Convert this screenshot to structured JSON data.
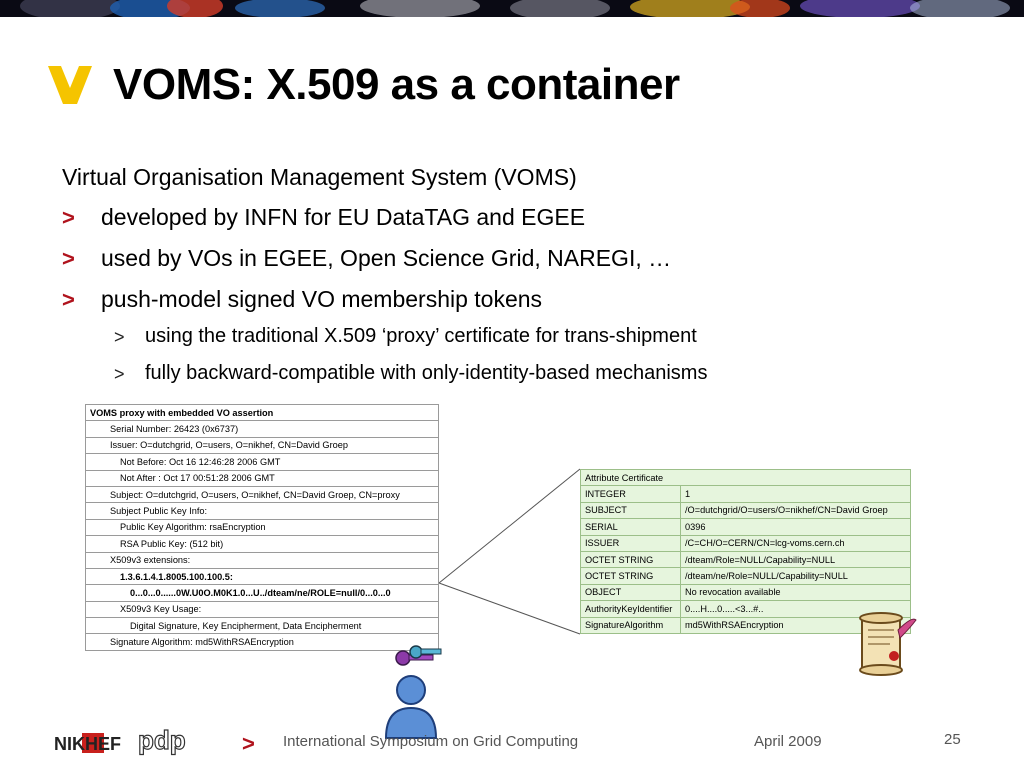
{
  "title": "VOMS: X.509 as a container",
  "intro": "Virtual Organisation Management System (VOMS)",
  "bullet_glyph": ">",
  "bullets": [
    "developed by INFN for EU DataTAG and EGEE",
    "used by VOs in EGEE, Open Science Grid, NAREGI, …",
    "push-model signed VO membership tokens"
  ],
  "sub_bullets": [
    "using the traditional X.509 ‘proxy’ certificate for trans-shipment",
    "fully backward-compatible with only-identity-based mechanisms"
  ],
  "proxy_table": {
    "rows": [
      {
        "text": "VOMS proxy with embedded VO assertion",
        "indent": 0,
        "bold": true
      },
      {
        "text": "Serial Number: 26423 (0x6737)",
        "indent": 1,
        "bold": false
      },
      {
        "text": "Issuer: O=dutchgrid, O=users, O=nikhef, CN=David Groep",
        "indent": 1,
        "bold": false
      },
      {
        "text": "Not Before: Oct 16 12:46:28 2006 GMT",
        "indent": 2,
        "bold": false
      },
      {
        "text": "Not After : Oct 17 00:51:28 2006 GMT",
        "indent": 2,
        "bold": false
      },
      {
        "text": "Subject: O=dutchgrid, O=users, O=nikhef, CN=David Groep, CN=proxy",
        "indent": 1,
        "bold": false
      },
      {
        "text": "Subject Public Key Info:",
        "indent": 1,
        "bold": false
      },
      {
        "text": "Public Key Algorithm: rsaEncryption",
        "indent": 2,
        "bold": false
      },
      {
        "text": "RSA Public Key: (512 bit)",
        "indent": 2,
        "bold": false
      },
      {
        "text": "X509v3 extensions:",
        "indent": 1,
        "bold": false
      },
      {
        "text": "1.3.6.1.4.1.8005.100.100.5:",
        "indent": 2,
        "bold": true
      },
      {
        "text": "0...0...0......0W.U0O.M0K1.0...U../dteam/ne/ROLE=null/0...0...0",
        "indent": 3,
        "bold": true
      },
      {
        "text": "X509v3 Key Usage:",
        "indent": 2,
        "bold": false
      },
      {
        "text": "Digital Signature, Key Encipherment, Data Encipherment",
        "indent": 3,
        "bold": false
      },
      {
        "text": "Signature Algorithm: md5WithRSAEncryption",
        "indent": 1,
        "bold": false
      }
    ]
  },
  "attribute_certificate": {
    "header": "Attribute Certificate",
    "rows": [
      {
        "field": "INTEGER",
        "value": "1"
      },
      {
        "field": "SUBJECT",
        "value": "/O=dutchgrid/O=users/O=nikhef/CN=David Groep"
      },
      {
        "field": "SERIAL",
        "value": "0396"
      },
      {
        "field": "ISSUER",
        "value": "/C=CH/O=CERN/CN=lcg-voms.cern.ch"
      },
      {
        "field": "OCTET STRING",
        "value": "/dteam/Role=NULL/Capability=NULL"
      },
      {
        "field": "OCTET STRING",
        "value": "/dteam/ne/Role=NULL/Capability=NULL"
      },
      {
        "field": "OBJECT",
        "value": "No revocation available"
      },
      {
        "field": "AuthorityKeyIdentifier",
        "value": "0....H....0.....<3...#.."
      },
      {
        "field": "SignatureAlgorithm",
        "value": "md5WithRSAEncryption"
      }
    ]
  },
  "footer": {
    "logo_nikhef": "NIKHEF",
    "logo_pdp": "pdp",
    "arrow": ">",
    "conference": "International Symposium on Grid Computing",
    "date": "April 2009",
    "page": "25"
  },
  "colors": {
    "accent_red": "#b0131d",
    "title_mark_yellow": "#f5c400",
    "attr_bg": "#e6f5dd"
  }
}
